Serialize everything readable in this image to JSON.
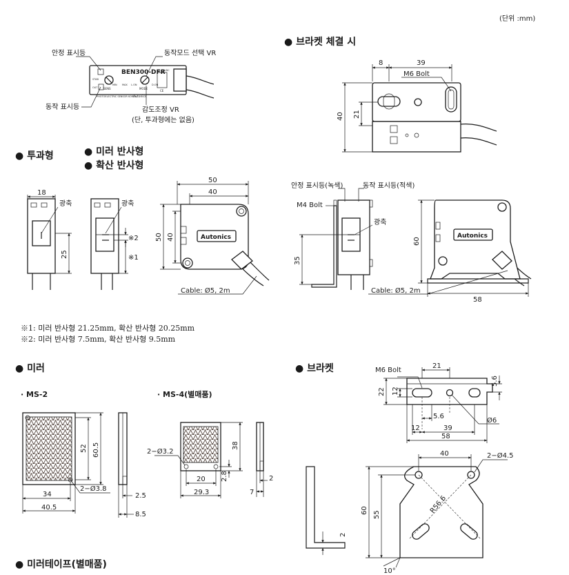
{
  "unit_note": "(단위 :mm)",
  "headings": {
    "bracket_mount": "● 브라켓 체결 시",
    "thru_beam": "● 투과형",
    "mirror_reflective": "● 미러 반사형",
    "diffuse_reflective": "● 확산 반사형",
    "mirror": "● 미러",
    "bracket": "● 브라켓",
    "mirror_tape": "● 미러테이프(별매품)",
    "ms2": "· MS-2",
    "ms4": "· MS-4(별매품)"
  },
  "sensor_top": {
    "stability_indicator": "안정 표시등",
    "mode_vr": "동작모드 선택 VR",
    "operation_indicator": "동작 표시등",
    "sensitivity_vr": "감도조정 VR",
    "sensitivity_note": "(단, 투과형에는 없음)",
    "model_text": "BEN300-DFR",
    "brand_small": "Autonics",
    "small_marks": [
      "STAB",
      "OUT",
      "SENS",
      "MODE",
      "MIN",
      "MAX",
      "L.ON",
      "D.ON",
      "PHOTOELECTRIC SENSOR KOREA",
      "12-24VDC",
      "CE"
    ]
  },
  "labels": {
    "optical_axis": "광축",
    "cable": "Cable: Ø5, 2m",
    "m6_bolt": "M6 Bolt",
    "m4_bolt": "M4 Bolt",
    "stab_green": "안정 표시등(녹색)",
    "op_red": "동작 표시등(적색)",
    "brand": "Autonics",
    "star1": "※1",
    "star2": "※2"
  },
  "notes": [
    "※1: 미러 반사형 21.25mm, 확산 반사형 20.25mm",
    "※2: 미러 반사형 7.5mm, 확산 반사형 9.5mm"
  ],
  "dims": {
    "bm_8": "8",
    "bm_39": "39",
    "bm_40": "40",
    "bm_21": "21",
    "w18": "18",
    "h25": "25",
    "s50w": "50",
    "s40w": "40",
    "s50h": "50",
    "s40h": "40",
    "b60": "60",
    "b35": "35",
    "b58": "58",
    "ms2_52": "52",
    "ms2_605": "60.5",
    "ms2_34": "34",
    "ms2_405": "40.5",
    "ms2_hole": "2−Ø3.8",
    "ms2_25": "2.5",
    "ms2_85": "8.5",
    "ms4_hole": "2−Ø3.2",
    "ms4_38": "38",
    "ms4_20": "20",
    "ms4_293": "29.3",
    "ms4_28": "2.8",
    "ms4_2": "2",
    "ms4_7": "7",
    "br_21": "21",
    "br_22": "22",
    "br_12": "12",
    "br_56a": "5.6",
    "br_56b": "5.6",
    "br_12b": "12",
    "br_39": "39",
    "br_58": "58",
    "br_d6": "Ø6",
    "br_40": "40",
    "br_hole": "2−Ø4.5",
    "br_60": "60",
    "br_55": "55",
    "br_r": "R56.6",
    "br_2": "2",
    "br_10": "10°"
  }
}
